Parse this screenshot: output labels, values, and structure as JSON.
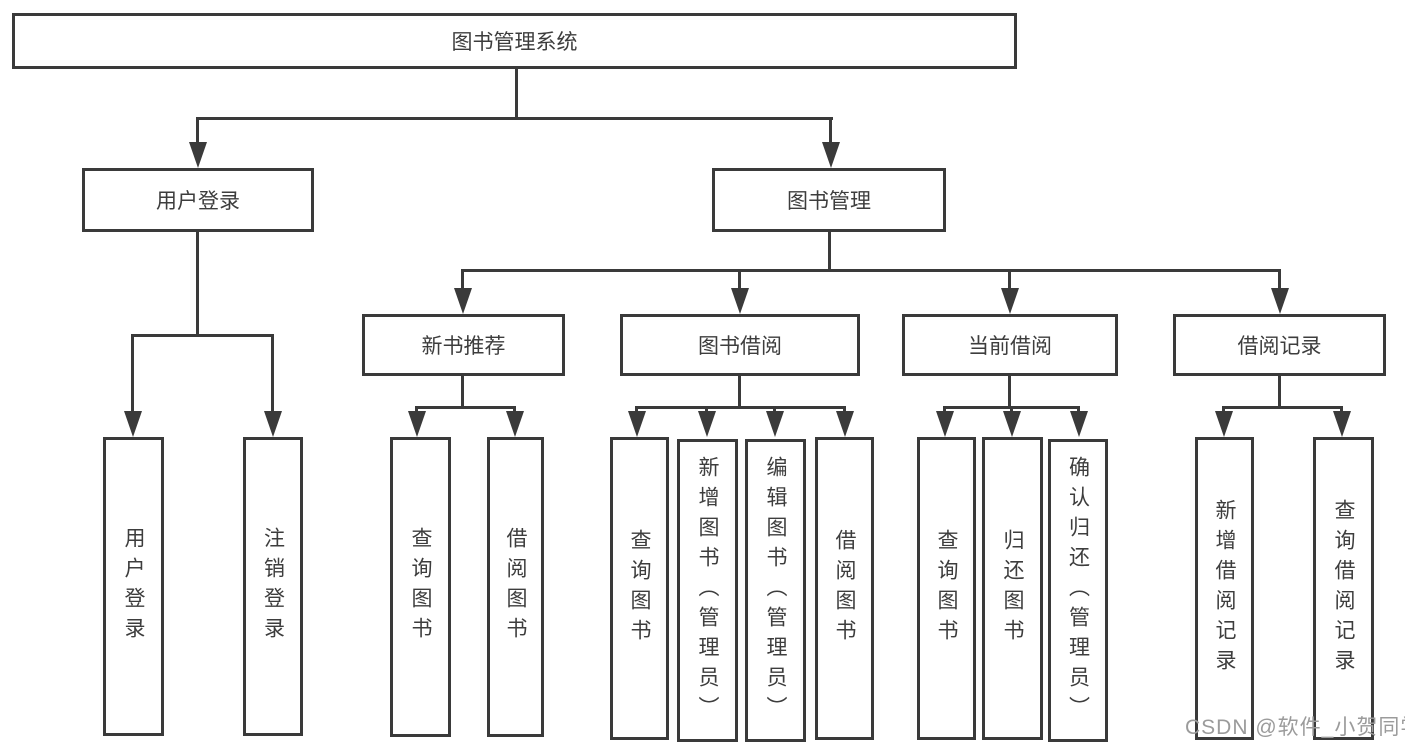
{
  "diagram_type": "hierarchy-tree",
  "root": {
    "label": "图书管理系统",
    "children": [
      {
        "label": "用户登录",
        "children": [
          {
            "label": "用户登录"
          },
          {
            "label": "注销登录"
          }
        ]
      },
      {
        "label": "图书管理",
        "children": [
          {
            "label": "新书推荐",
            "children": [
              {
                "label": "查询图书"
              },
              {
                "label": "借阅图书"
              }
            ]
          },
          {
            "label": "图书借阅",
            "children": [
              {
                "label": "查询图书"
              },
              {
                "label": "新增图书（管理员）"
              },
              {
                "label": "编辑图书（管理员）"
              },
              {
                "label": "借阅图书"
              }
            ]
          },
          {
            "label": "当前借阅",
            "children": [
              {
                "label": "查询图书"
              },
              {
                "label": "归还图书"
              },
              {
                "label": "确认归还（管理员）"
              }
            ]
          },
          {
            "label": "借阅记录",
            "children": [
              {
                "label": "新增借阅记录"
              },
              {
                "label": "查询借阅记录"
              }
            ]
          }
        ]
      }
    ]
  },
  "watermark": {
    "text": "CSDN @软件_小贺同学"
  },
  "colors": {
    "line": "#3a3a3a",
    "box_border": "#3a3a3a",
    "box_fill": "#ffffff",
    "text": "#3d3d3d",
    "watermark": "#9b9b9b"
  }
}
